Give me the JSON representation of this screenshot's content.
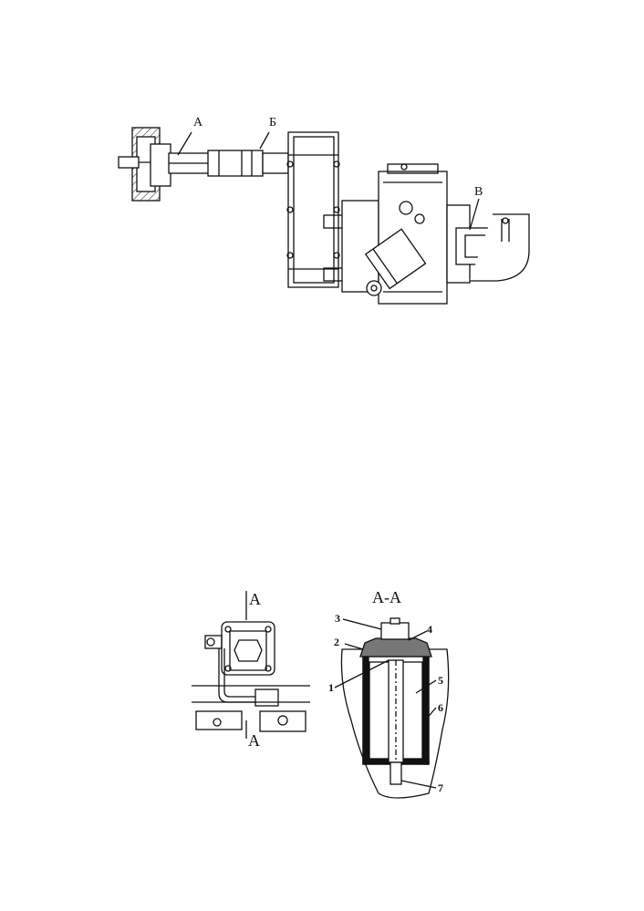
{
  "top_drawing": {
    "callouts": [
      "А",
      "Б",
      "В"
    ]
  },
  "detail_view": {
    "section_mark_top": "А",
    "section_mark_bottom": "А"
  },
  "section_view": {
    "title": "А-А",
    "parts": [
      "1",
      "2",
      "3",
      "4",
      "5",
      "6",
      "7"
    ]
  },
  "colors": {
    "ink": "#111111",
    "paper": "#ffffff"
  }
}
